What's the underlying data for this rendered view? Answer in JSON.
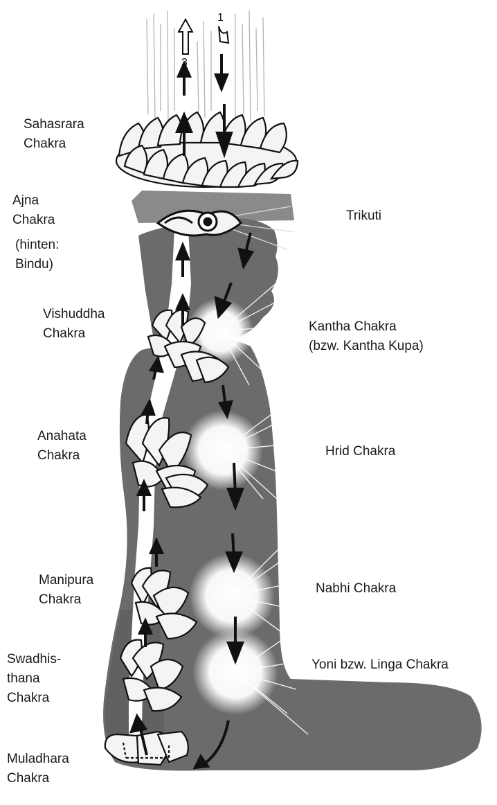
{
  "left_labels": {
    "sahasrara": [
      "Sahasrara",
      "Chakra"
    ],
    "ajna": [
      "Ajna",
      "Chakra",
      "(hinten:",
      "Bindu)"
    ],
    "vishuddha": [
      "Vishuddha",
      "Chakra"
    ],
    "anahata": [
      "Anahata",
      "Chakra"
    ],
    "manipura": [
      "Manipura",
      "Chakra"
    ],
    "swadhisthana": [
      "Swadhis-",
      "thana",
      "Chakra"
    ],
    "muladhara": [
      "Muladhara",
      "Chakra"
    ]
  },
  "right_labels": {
    "trikuti": [
      "Trikuti"
    ],
    "kantha": [
      "Kantha Chakra",
      "(bzw. Kantha Kupa)"
    ],
    "hrid": [
      "Hrid Chakra"
    ],
    "nabhi": [
      "Nabhi Chakra"
    ],
    "yoni": [
      "Yoni bzw. Linga Chakra"
    ]
  },
  "top_marks": {
    "left": "3",
    "right": "1"
  },
  "colors": {
    "figure": "#6b6b6b",
    "figure_dark": "#5a5a5a",
    "head_band": "#8a8a8a",
    "channel": "#ffffff",
    "lotus_fill": "#f4f4f4",
    "ink": "#111111"
  },
  "icons": [
    "lotus-icon",
    "eye-icon",
    "arrow-up-icon",
    "arrow-down-icon",
    "radiance-icon"
  ]
}
